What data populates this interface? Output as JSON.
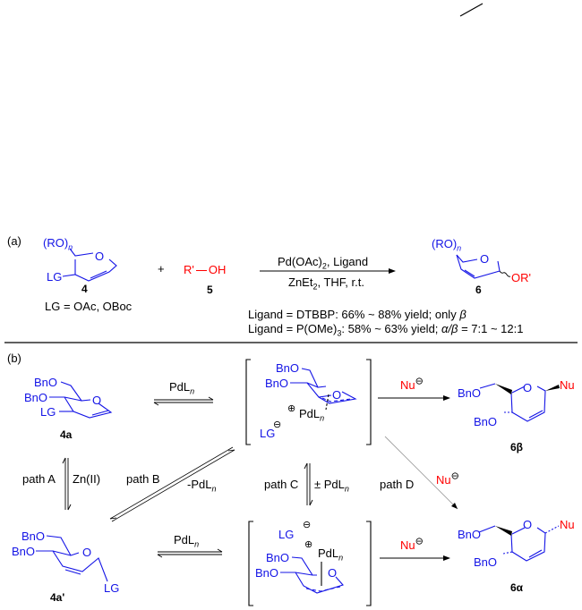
{
  "colors": {
    "structure": "#1414e6",
    "nucleophile": "#ff0000",
    "text": "#000000",
    "grey_arrow": "#a0a0a0"
  },
  "panel_a": {
    "label": "(a)",
    "reactant_4": {
      "ro_text": "(RO)",
      "ro_sub": "n",
      "lg": "LG",
      "ring_o": "O",
      "number": "4",
      "lg_def": "LG = OAc, OBoc"
    },
    "plus": "+",
    "reactant_5": {
      "formula_r": "R'",
      "formula_oh": "OH",
      "number": "5"
    },
    "conditions_top": {
      "pre": "Pd(OAc)",
      "sub": "2",
      "post": ", Ligand"
    },
    "conditions_bottom": {
      "pre": "ZnEt",
      "sub": "2",
      "post": ", THF, r.t."
    },
    "product_6": {
      "ro_text": "(RO)",
      "ro_sub": "n",
      "ring_o": "O",
      "or": "OR'",
      "number": "6"
    },
    "ligand_line_1": {
      "pre": "Ligand = DTBBP: 66% ~ 88% yield; only ",
      "beta": "β"
    },
    "ligand_line_2": {
      "pre": "Ligand = P(OMe)",
      "sub": "3",
      "mid": ": 58% ~ 63% yield; ",
      "ab": "α/β",
      "post": " = 7:1 ~ 12:1"
    }
  },
  "panel_b": {
    "label": "(b)",
    "c4a": {
      "bno1": "BnO",
      "bno2": "BnO",
      "lg": "LG",
      "o": "O",
      "number": "4a"
    },
    "c4a_prime": {
      "bno1": "BnO",
      "bno2": "BnO",
      "lg": "LG",
      "o": "O",
      "number": "4a'"
    },
    "int_top": {
      "bno1": "BnO",
      "bno2": "BnO",
      "o": "O",
      "plus": "⊕",
      "pd": "PdL",
      "pd_sub": "n",
      "lg": "LG",
      "minus": "⊖"
    },
    "int_bottom": {
      "lg": "LG",
      "minus": "⊖",
      "plus": "⊕",
      "pd": "PdL",
      "pd_sub": "n",
      "bno1": "BnO",
      "bno2": "BnO",
      "o": "O"
    },
    "p6b": {
      "bno1": "BnO",
      "bno2": "BnO",
      "o": "O",
      "nu": "Nu",
      "number": "6β"
    },
    "p6a": {
      "bno1": "BnO",
      "bno2": "BnO",
      "o": "O",
      "nu": "Nu",
      "number": "6α"
    },
    "arrow_top_label": {
      "pre": "PdL",
      "sub": "n"
    },
    "arrow_bottom_label": {
      "pre": "PdL",
      "sub": "n"
    },
    "path_a": "path A",
    "zn": "Zn(II)",
    "path_b": "path B",
    "minus_pd": {
      "pre": "-PdL",
      "sub": "n"
    },
    "path_c": "path C",
    "pm_pd": {
      "pre": "± PdL",
      "sub": "n"
    },
    "path_d": "path D",
    "nu_top": {
      "nu": "Nu",
      "minus": "⊖"
    },
    "nu_diag": {
      "nu": "Nu",
      "minus": "⊖"
    },
    "nu_bottom": {
      "nu": "Nu",
      "minus": "⊖"
    }
  }
}
